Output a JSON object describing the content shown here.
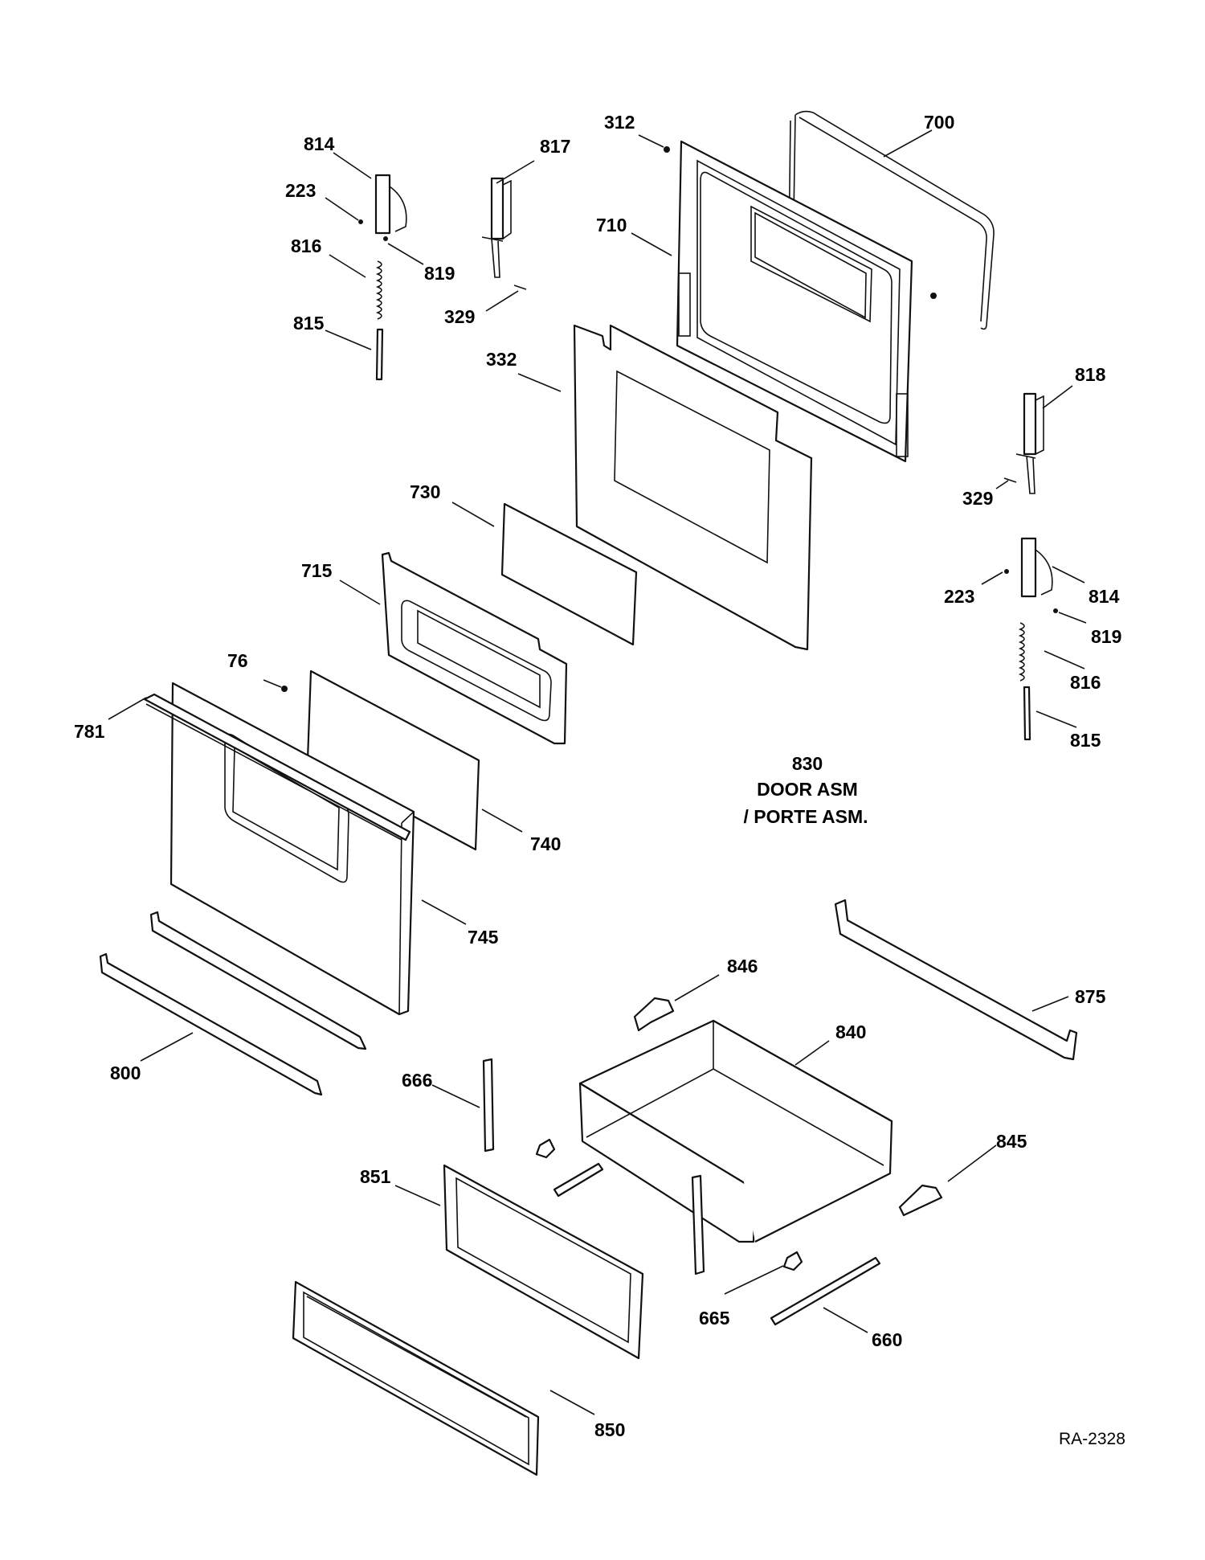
{
  "diagram": {
    "part_numbers": {
      "p814a": "814",
      "p223a": "223",
      "p816a": "816",
      "p819a": "819",
      "p815a": "815",
      "p817": "817",
      "p329a": "329",
      "p312": "312",
      "p700": "700",
      "p710": "710",
      "p332": "332",
      "p818": "818",
      "p329b": "329",
      "p730": "730",
      "p715": "715",
      "p223b": "223",
      "p814b": "814",
      "p819b": "819",
      "p816b": "816",
      "p815b": "815",
      "p76": "76",
      "p781": "781",
      "p740": "740",
      "p745": "745",
      "p800": "800",
      "p846": "846",
      "p875": "875",
      "p840": "840",
      "p666": "666",
      "p845": "845",
      "p851": "851",
      "p665": "665",
      "p660": "660",
      "p850": "850"
    },
    "assembly_caption": {
      "number": "830",
      "line1": "DOOR ASM",
      "line2": "/ PORTE ASM."
    },
    "reference_code": "RA-2328"
  }
}
